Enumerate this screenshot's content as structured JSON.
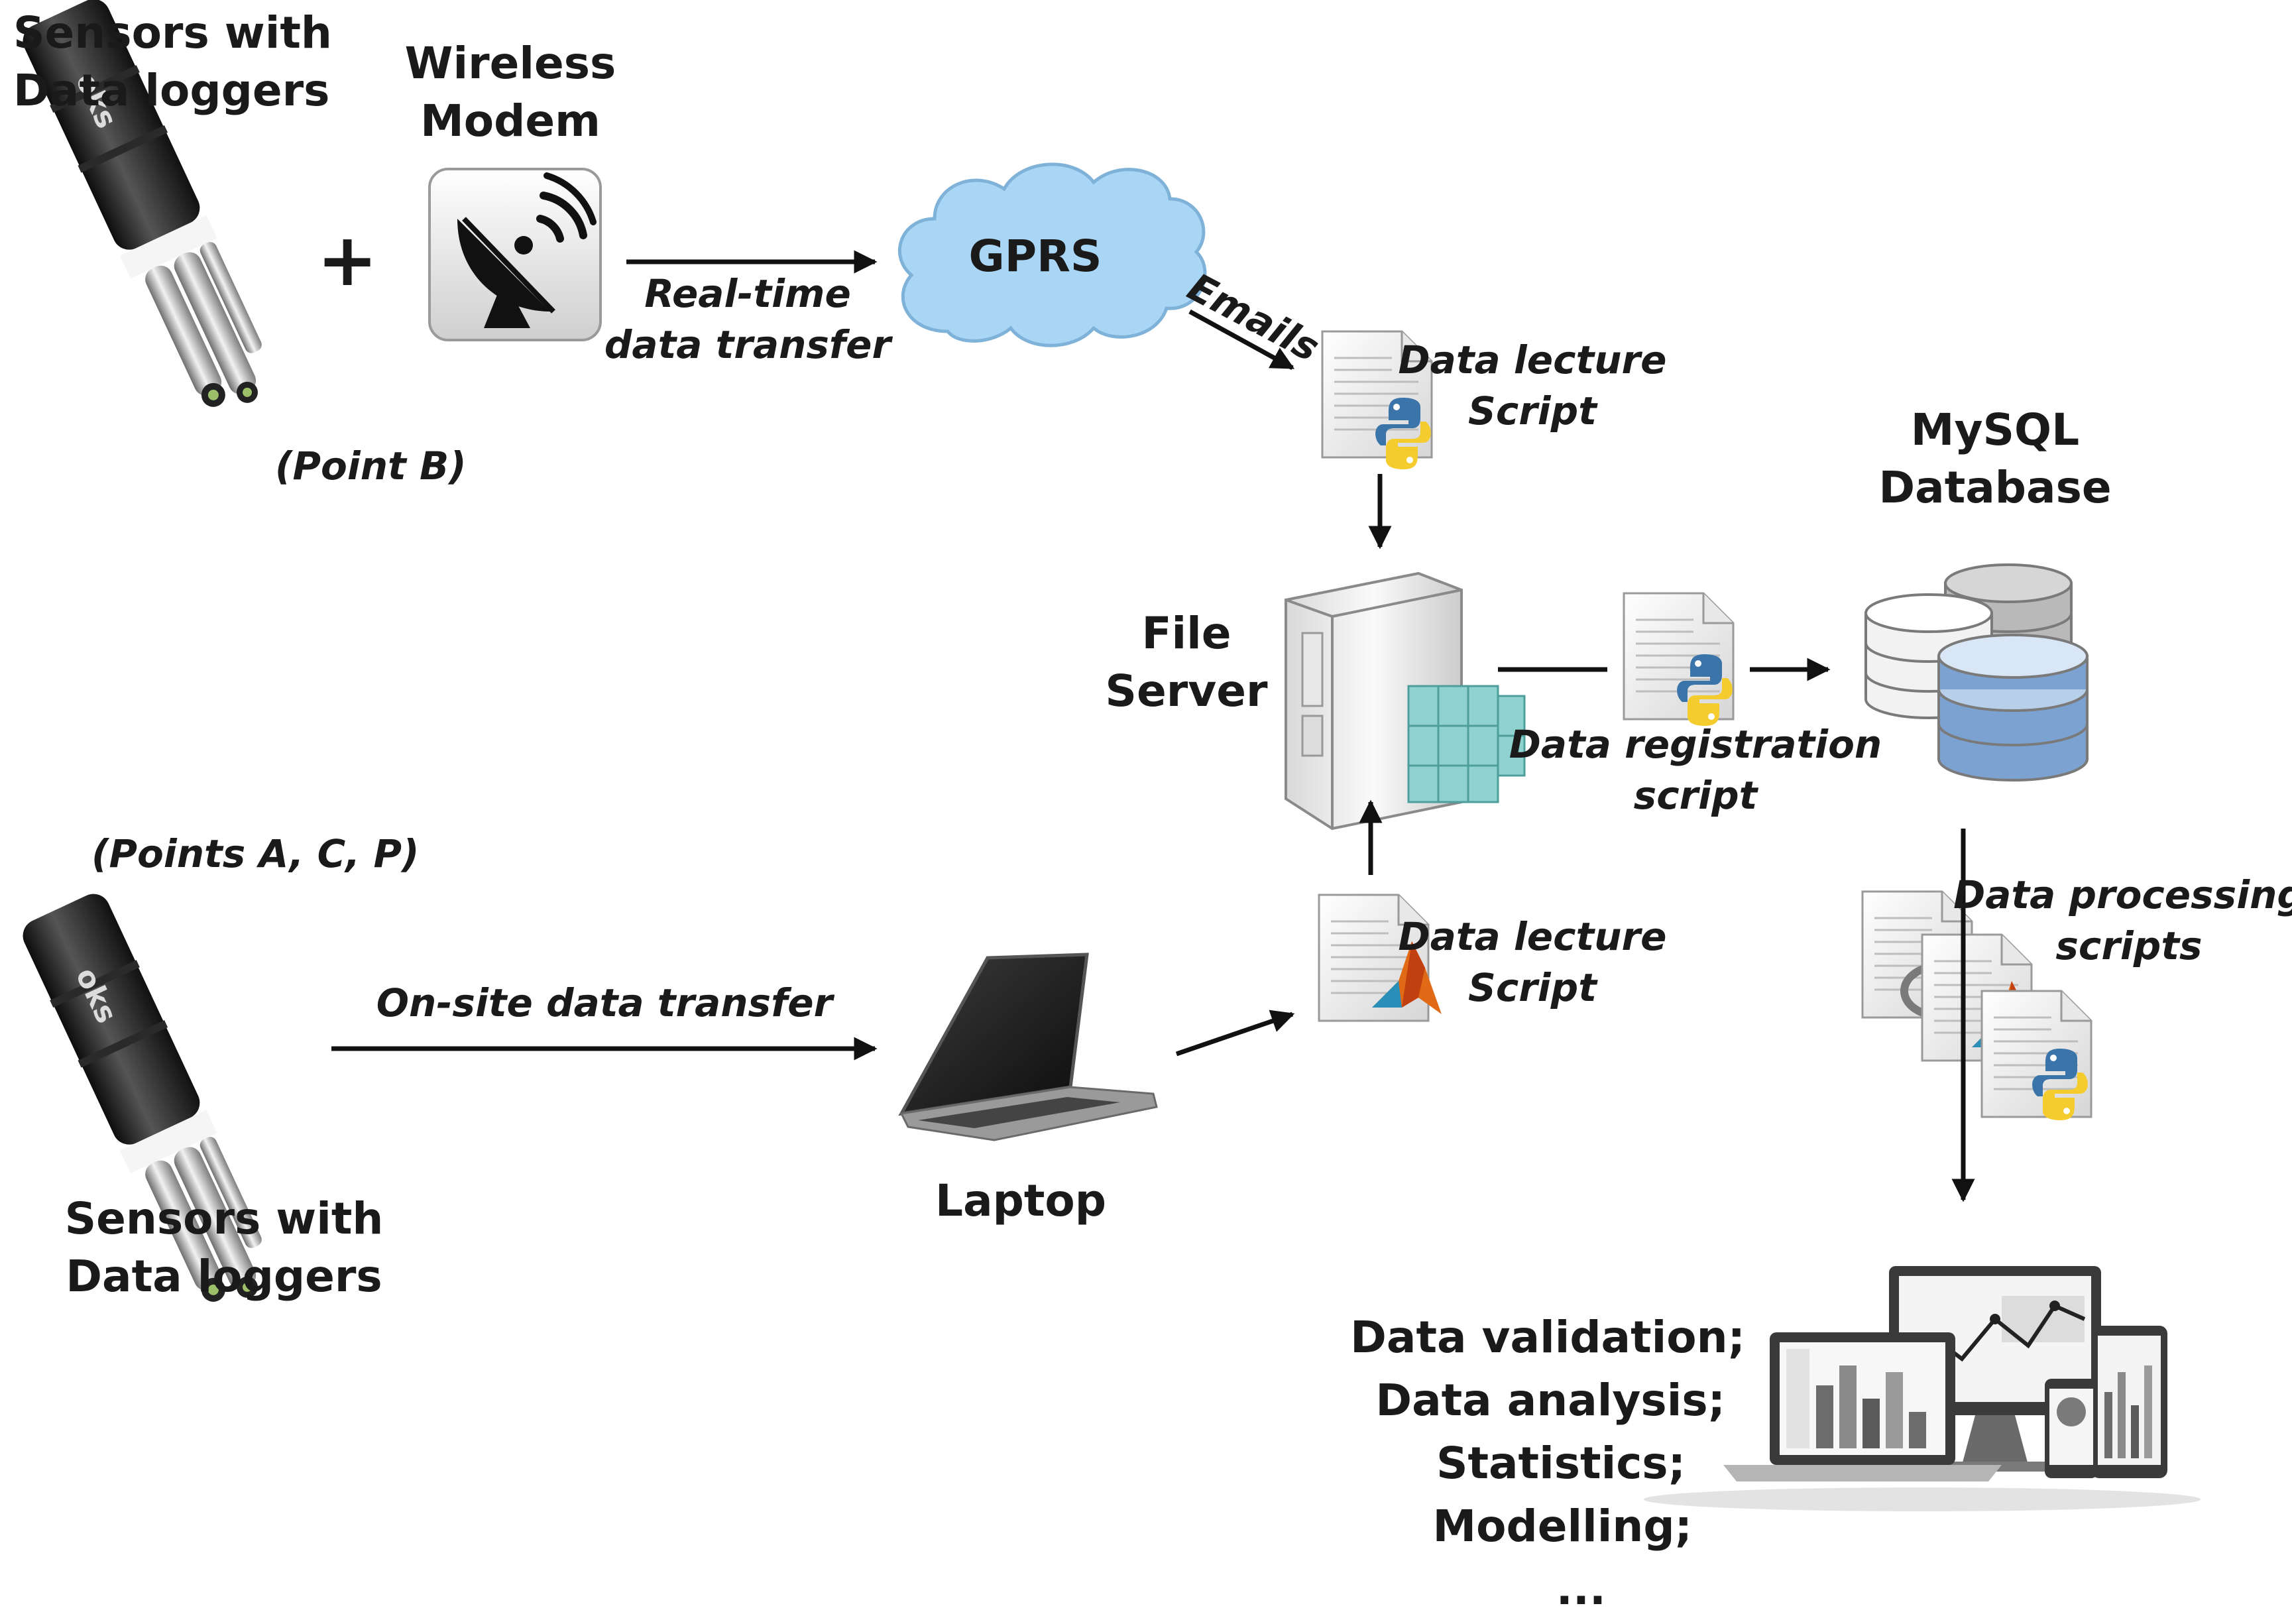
{
  "labels": {
    "sensors_top_1": "Sensors with",
    "sensors_top_2": "Data loggers",
    "point_b": "(Point B)",
    "plus": "+",
    "modem_1": "Wireless",
    "modem_2": "Modem",
    "realtime_1": "Real-time",
    "realtime_2": "data transfer",
    "gprs": "GPRS",
    "emails": "Emails",
    "lecture_top_1": "Data lecture",
    "lecture_top_2": "Script",
    "mysql_1": "MySQL",
    "mysql_2": "Database",
    "fileserver_1": "File",
    "fileserver_2": "Server",
    "registration_1": "Data registration",
    "registration_2": "script",
    "points_acp": "(Points A, C, P)",
    "onsite": "On-site data transfer",
    "lecture_bottom_1": "Data lecture",
    "lecture_bottom_2": "Script",
    "processing_1": "Data processing",
    "processing_2": "scripts",
    "sensors_bottom_1": "Sensors with",
    "sensors_bottom_2": "Data loggers",
    "laptop": "Laptop",
    "output_1": "Data validation;",
    "output_2": "Data analysis;",
    "output_3": "Statistics;",
    "output_4": "Modelling;",
    "output_5": "..."
  },
  "icons": {
    "sensor": "sensor-data-logger-icon",
    "modem": "satellite-dish-icon",
    "cloud": "cloud-icon",
    "python_script": "python-script-icon",
    "matlab_script": "matlab-script-icon",
    "r_script": "r-script-icon",
    "server": "server-icon",
    "database": "database-icon",
    "laptop": "laptop-icon",
    "devices": "dashboard-devices-icon"
  },
  "colors": {
    "cloud_fill": "#aad6f5",
    "db_front": "#7ca2d2",
    "db_back": "#9a9a9a",
    "text": "#1a1a1a"
  }
}
